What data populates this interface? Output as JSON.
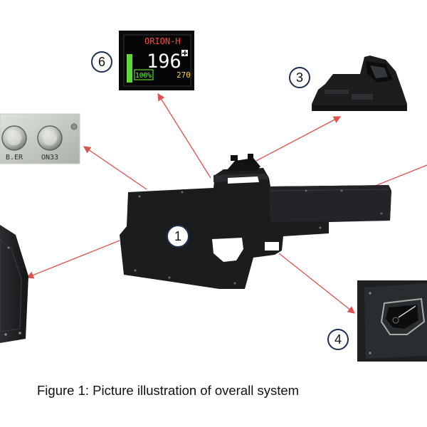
{
  "callouts": {
    "main_system": "1",
    "red_dot_sight": "3",
    "trigger_detail": "4",
    "display_screen": "6"
  },
  "display": {
    "name": "ORION-H",
    "value": "196",
    "battery": "100%",
    "secondary": "270"
  },
  "buttons": {
    "left_label": "B.ER",
    "right_label": "ON33"
  },
  "caption": "Figure 1: Picture illustration of overall system",
  "colors": {
    "arrow": "#d9534f",
    "callout_border": "#1f2f52",
    "device": "#1b1c1e",
    "lcd_red": "#ff4a3c",
    "lcd_green": "#6dff3f"
  }
}
